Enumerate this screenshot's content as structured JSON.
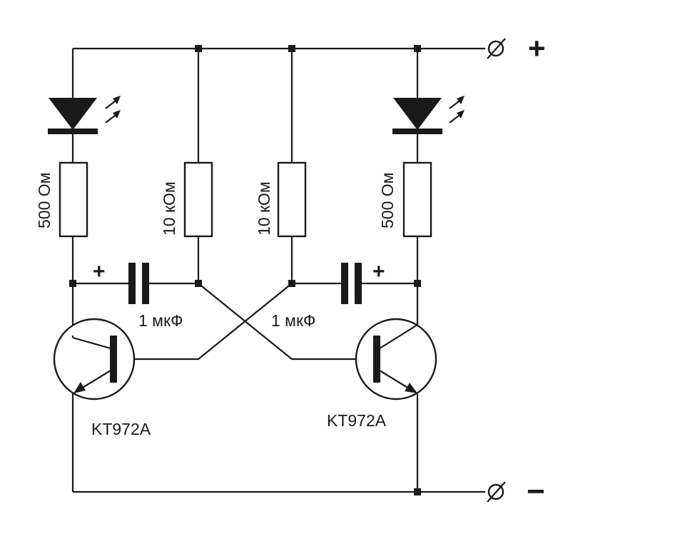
{
  "terminals": {
    "positive": "+",
    "negative": "−"
  },
  "resistors": {
    "r1": "500 Ом",
    "r2": "10 кОм",
    "r3": "10 кОм",
    "r4": "500 Ом"
  },
  "capacitors": {
    "c1": {
      "value": "1 мкФ",
      "polarity": "+"
    },
    "c2": {
      "value": "1 мкФ",
      "polarity": "+"
    }
  },
  "transistors": {
    "q1": "KT972A",
    "q2": "KT972A"
  },
  "icons": {
    "led": "led-diode-icon",
    "terminal": "terminal-circle-icon",
    "junction": "junction-dot-icon"
  }
}
